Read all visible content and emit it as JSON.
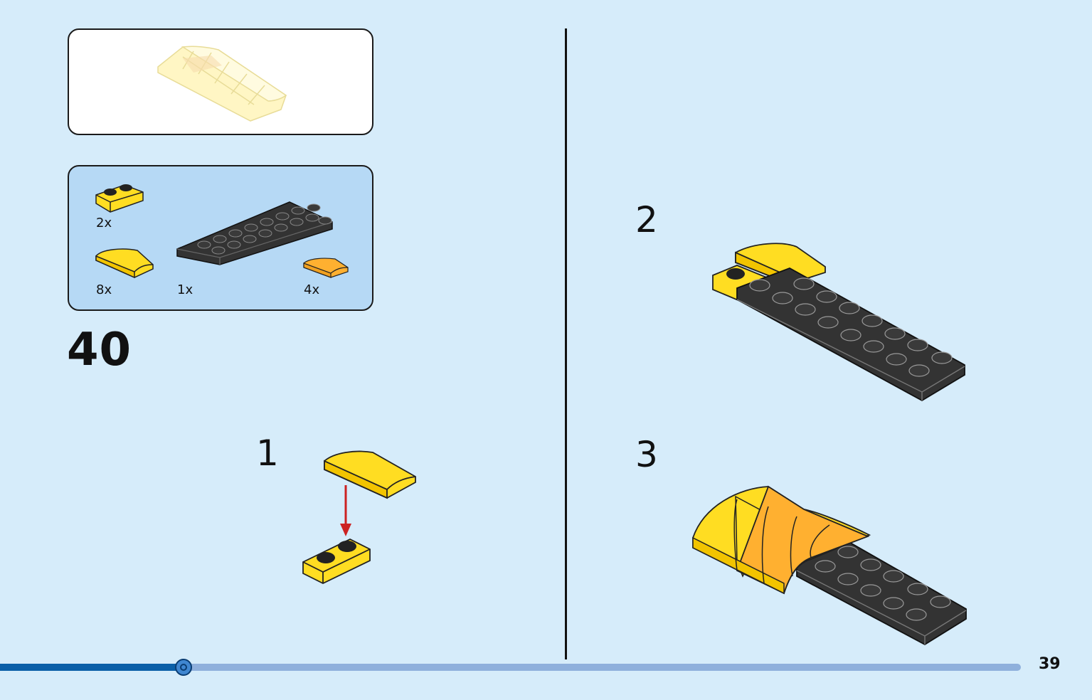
{
  "parts_list": {
    "items": [
      {
        "qty": "2x",
        "icon": "yellow-plate-1x2-icon"
      },
      {
        "qty": "8x",
        "icon": "yellow-curved-slope-icon"
      },
      {
        "qty": "1x",
        "icon": "black-plate-2x8-icon"
      },
      {
        "qty": "4x",
        "icon": "orange-curved-slope-icon"
      }
    ]
  },
  "main_step": "40",
  "sub_steps": [
    "1",
    "2",
    "3"
  ],
  "page_number": "39",
  "progress": {
    "fraction": 0.18
  },
  "colors": {
    "background": "#d6ecfa",
    "parts_panel": "#b6d9f5",
    "yellow": "#ffdd22",
    "orange": "#ffb030",
    "black_brick": "#333333",
    "arrow": "#cc2222",
    "progress_fill": "#0a5fa8",
    "progress_track": "#8fb0dc"
  }
}
